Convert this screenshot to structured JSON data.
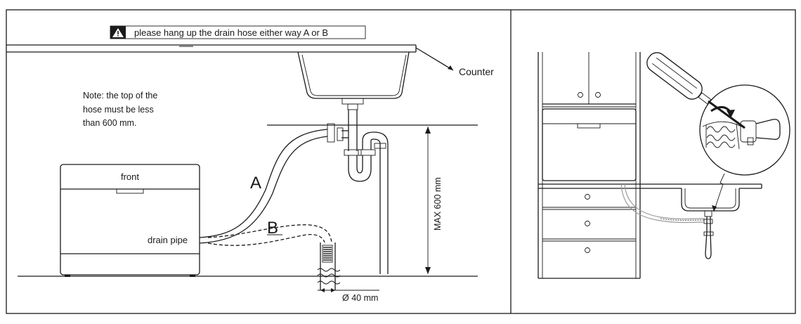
{
  "warning": {
    "icon": "warning-triangle-icon",
    "text": "please hang up the drain hose either way A or B"
  },
  "left_panel": {
    "counter_label": "Counter",
    "note_lines": [
      "Note: the top of the",
      "hose must be less",
      "than 600 mm."
    ],
    "appliance_label": "front",
    "drain_pipe_label": "drain pipe",
    "way_a_label": "A",
    "way_b_label": "B",
    "max_height_label": "MAX 600 mm",
    "diameter_label": "Ø 40 mm"
  },
  "right_panel": {
    "tool_icon": "screwdriver-icon",
    "rotate_icon": "rotate-arrow-icon"
  }
}
